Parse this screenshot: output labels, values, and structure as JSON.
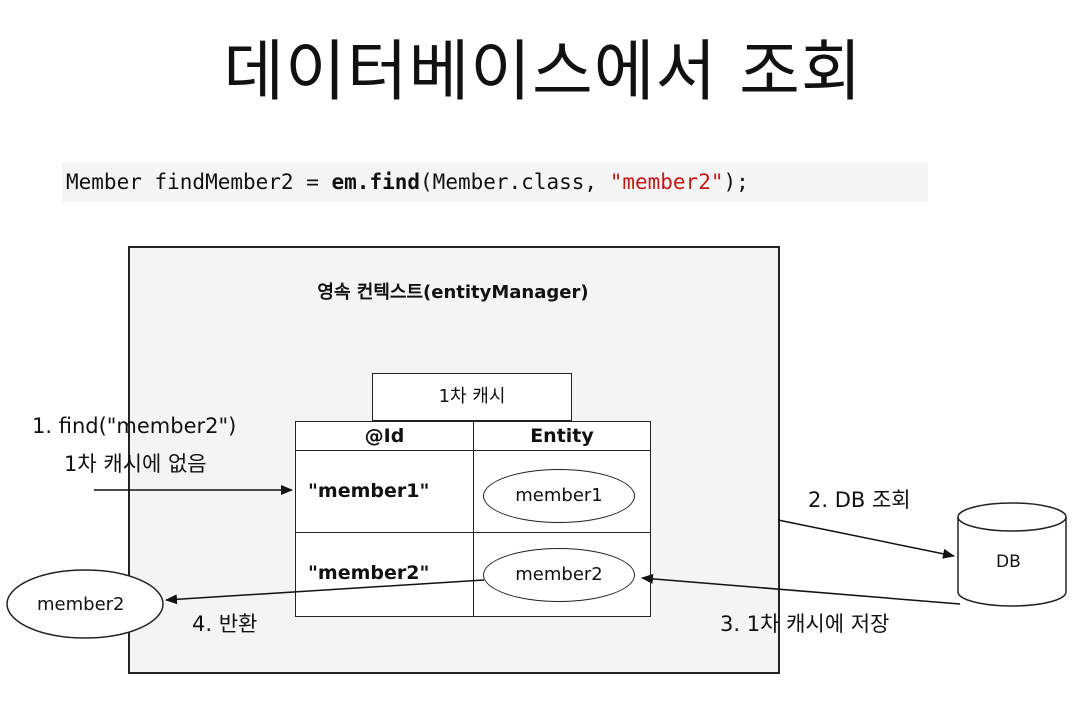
{
  "title": "데이터베이스에서 조회",
  "code": {
    "prefix": "Member findMember2 = ",
    "method": "em.find",
    "open": "(Member.class, ",
    "arg": "\"member2\"",
    "close": ");"
  },
  "context_label": "영속 컨텍스트(entityManager)",
  "cache_label": "1차 캐시",
  "table": {
    "headers": [
      "@Id",
      "Entity"
    ],
    "rows": [
      {
        "id": "\"member1\"",
        "entity": "member1"
      },
      {
        "id": "\"member2\"",
        "entity": "member2"
      }
    ]
  },
  "steps": {
    "step1_line1": "1. find(\"member2\")",
    "step1_line2": "1차 캐시에 없음",
    "step2": "2. DB 조회",
    "step3": "3. 1차 캐시에 저장",
    "step4": "4. 반환"
  },
  "db_label": "DB",
  "returned_entity": "member2"
}
